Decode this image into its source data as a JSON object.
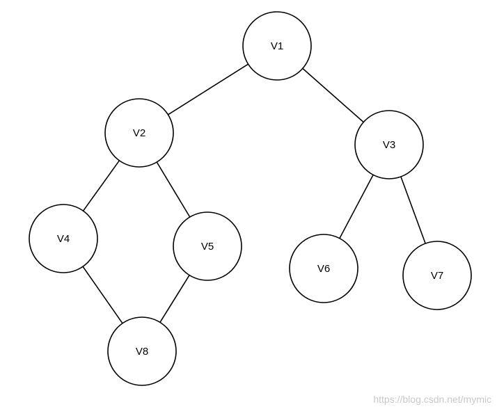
{
  "graph": {
    "nodes": [
      {
        "id": "V1",
        "label": "V1"
      },
      {
        "id": "V2",
        "label": "V2"
      },
      {
        "id": "V3",
        "label": "V3"
      },
      {
        "id": "V4",
        "label": "V4"
      },
      {
        "id": "V5",
        "label": "V5"
      },
      {
        "id": "V6",
        "label": "V6"
      },
      {
        "id": "V7",
        "label": "V7"
      },
      {
        "id": "V8",
        "label": "V8"
      }
    ],
    "edges": [
      {
        "from": "V1",
        "to": "V2"
      },
      {
        "from": "V1",
        "to": "V3"
      },
      {
        "from": "V2",
        "to": "V4"
      },
      {
        "from": "V2",
        "to": "V5"
      },
      {
        "from": "V3",
        "to": "V6"
      },
      {
        "from": "V3",
        "to": "V7"
      },
      {
        "from": "V4",
        "to": "V8"
      },
      {
        "from": "V5",
        "to": "V8"
      }
    ]
  },
  "watermark": {
    "text": "https://blog.csdn.net/mymic"
  }
}
